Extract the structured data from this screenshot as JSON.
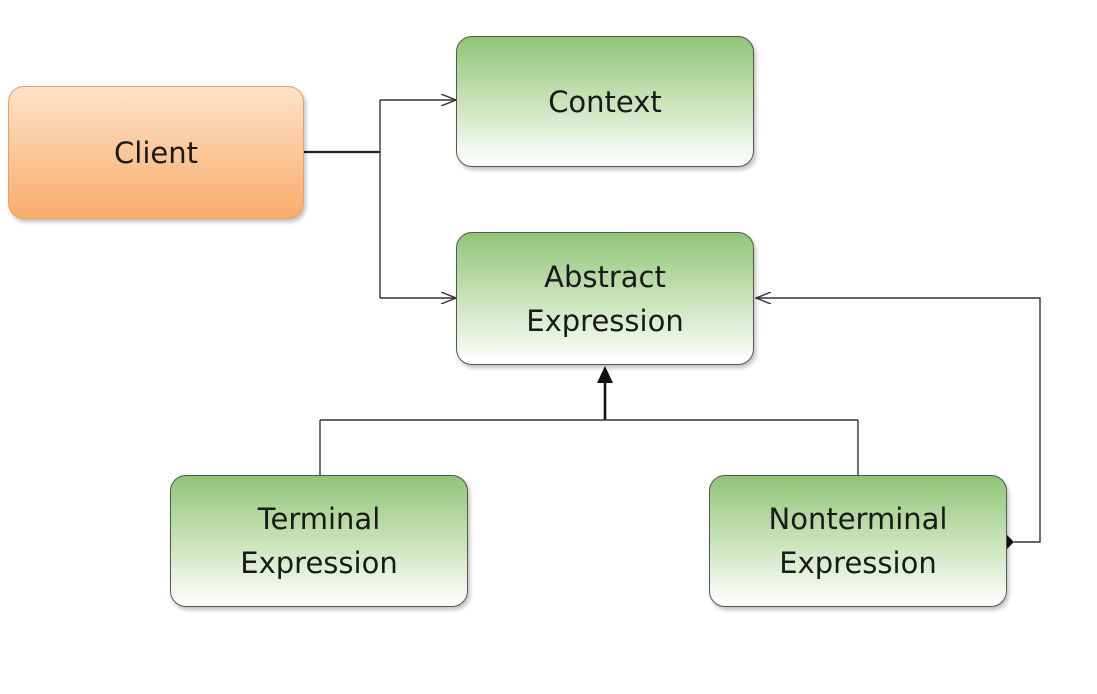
{
  "nodes": {
    "client": {
      "label": "Client"
    },
    "context": {
      "label": "Context"
    },
    "abstract_expression": {
      "label": "Abstract\nExpression"
    },
    "terminal_expression": {
      "label": "Terminal\nExpression"
    },
    "nonterminal_expression": {
      "label": "Nonterminal\nExpression"
    }
  },
  "relations": [
    {
      "from": "client",
      "to": "context",
      "type": "association"
    },
    {
      "from": "client",
      "to": "abstract_expression",
      "type": "association"
    },
    {
      "from": "terminal_expression",
      "to": "abstract_expression",
      "type": "inheritance"
    },
    {
      "from": "nonterminal_expression",
      "to": "abstract_expression",
      "type": "inheritance"
    },
    {
      "from": "nonterminal_expression",
      "to": "abstract_expression",
      "type": "composition"
    }
  ],
  "colors": {
    "client_fill": "#fbc596",
    "class_fill": "#8fc577",
    "line": "#333333"
  }
}
